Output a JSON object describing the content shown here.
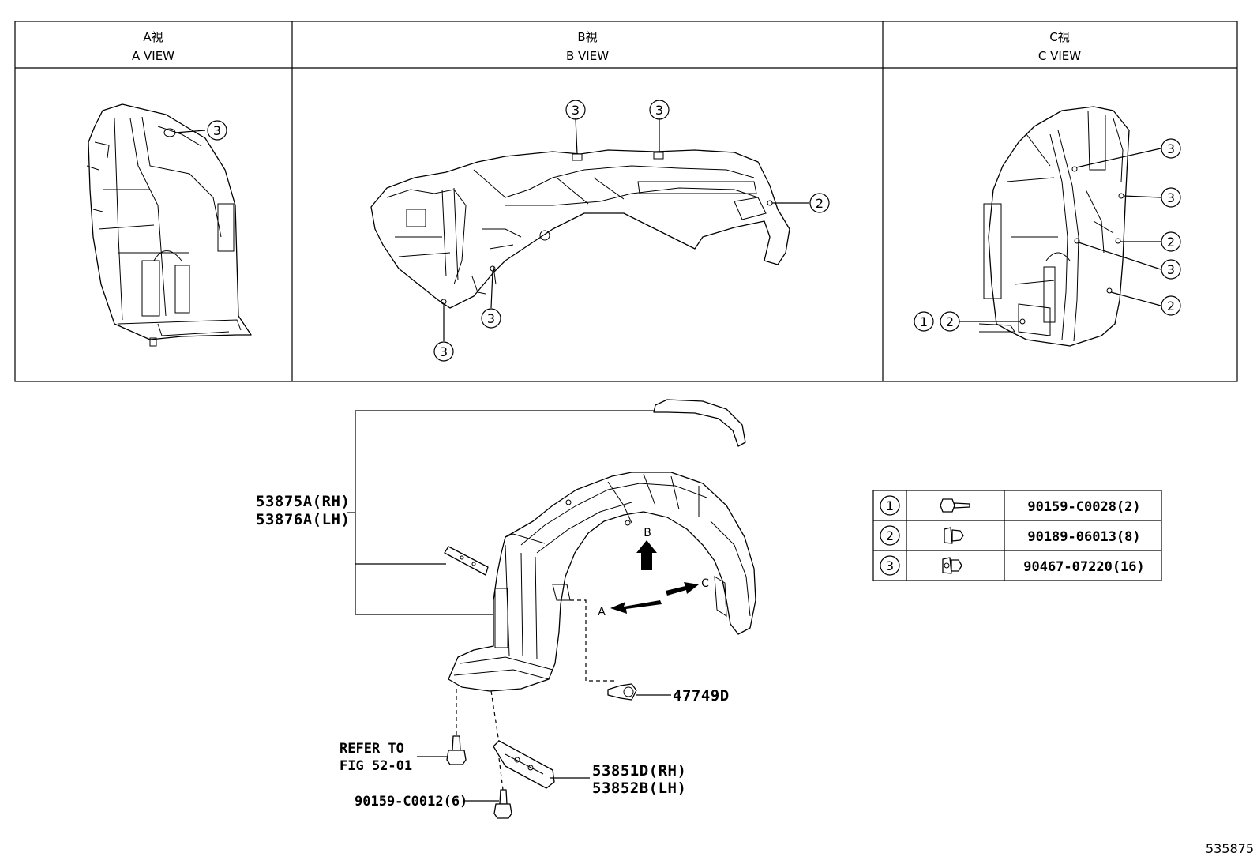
{
  "views": [
    {
      "id": "a",
      "title_jp": "A視",
      "title_en": "A VIEW"
    },
    {
      "id": "b",
      "title_jp": "B視",
      "title_en": "B VIEW"
    },
    {
      "id": "c",
      "title_jp": "C視",
      "title_en": "C VIEW"
    }
  ],
  "callout_marks": {
    "one": "1",
    "two": "2",
    "three": "3"
  },
  "legend": [
    {
      "mark": "1",
      "part_no": "90159-C0028(2)"
    },
    {
      "mark": "2",
      "part_no": "90189-06013(8)"
    },
    {
      "mark": "3",
      "part_no": "90467-07220(16)"
    }
  ],
  "labels": {
    "liner_rh": "53875A(RH)",
    "liner_lh": "53876A(LH)",
    "clip": "47749D",
    "refer_to": "REFER TO",
    "refer_fig": "FIG 52-01",
    "bracket_rh": "53851D(RH)",
    "bracket_lh": "53852B(LH)",
    "screw": "90159-C0012(6)",
    "arrow_a": "A",
    "arrow_b": "B",
    "arrow_c": "C"
  },
  "figure_number": "535875"
}
